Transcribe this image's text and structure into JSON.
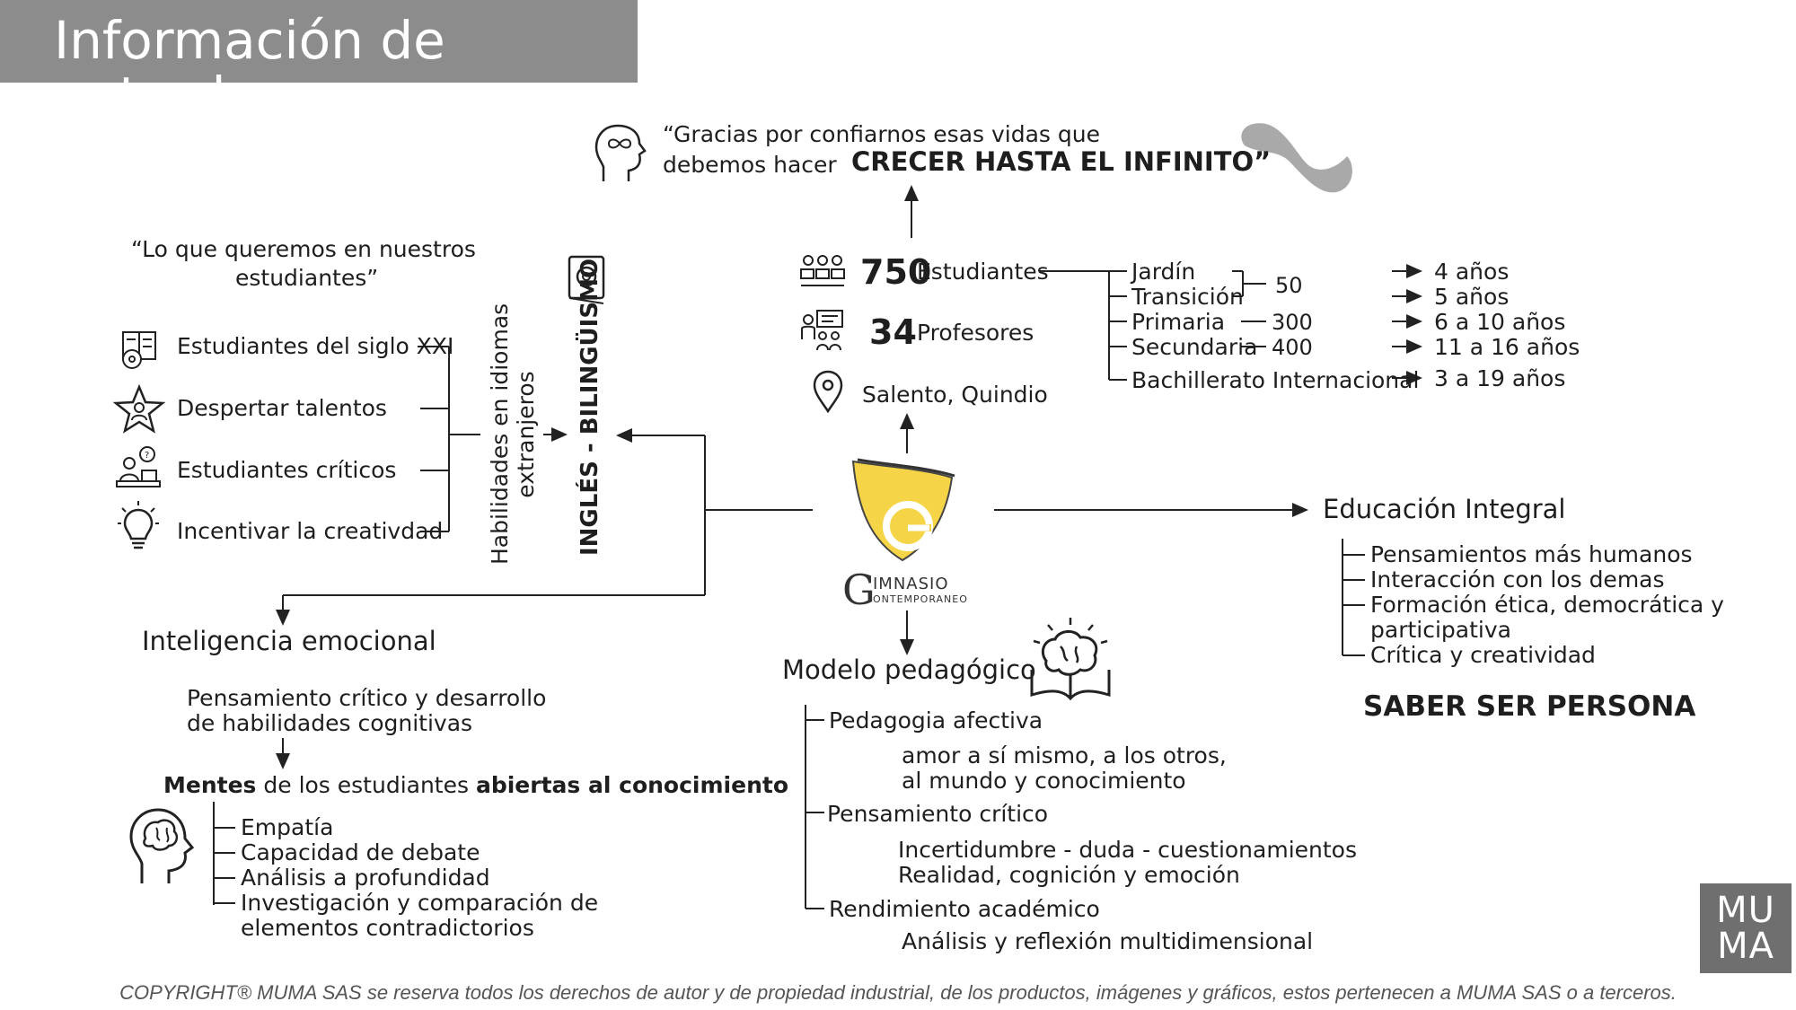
{
  "header": {
    "title": "Información de entrada"
  },
  "quote": {
    "line1": "“Gracias por confiarnos esas vidas que",
    "line2_prefix": "debemos hacer",
    "line2_bold": "CRECER HASTA EL INFINITO”"
  },
  "left": {
    "heading_line1": "“Lo que queremos en nuestros",
    "heading_line2": "estudiantes”",
    "items": [
      {
        "label": "Estudiantes del siglo XXI",
        "icon": "book-cd-icon"
      },
      {
        "label": "Despertar talentos",
        "icon": "star-person-icon"
      },
      {
        "label": "Estudiantes críticos",
        "icon": "student-desk-icon"
      },
      {
        "label": "Incentivar la creativdad",
        "icon": "lightbulb-icon"
      }
    ],
    "skills_line1": "Habilidades en idiomas",
    "skills_line2": "extranjeros",
    "bilingual": "INGLÉS - BILINGÜISMO"
  },
  "stats": {
    "students_count": "750",
    "students_label": "Estudiantes",
    "teachers_count": "34",
    "teachers_label": "Profesores",
    "location": "Salento, Quindio"
  },
  "levels": [
    {
      "name": "Jardín",
      "age": "4 años"
    },
    {
      "name": "Transición",
      "age": "5 años"
    },
    {
      "name": "Primaria",
      "count": "300",
      "age": "6 a 10 años"
    },
    {
      "name": "Secundaria",
      "count": "400",
      "age": "11 a 16 años"
    },
    {
      "name": "Bachillerato Internacional",
      "age": "3 a 19 años"
    }
  ],
  "levels_group_count": "50",
  "logo": {
    "line1": "IMNASIO",
    "line2": "ONTEMPORANEO",
    "initial": "G"
  },
  "integral": {
    "title": "Educación Integral",
    "items": [
      "Pensamientos más humanos",
      "Interacción con los demas",
      "Formación ética, democrática y",
      "participativa",
      "Crítica y creatividad"
    ],
    "motto": "SABER SER PERSONA"
  },
  "emotional": {
    "title": "Inteligencia emocional",
    "line1": "Pensamiento crítico y desarrollo",
    "line2": "de habilidades cognitivas",
    "minds_b1": "Mentes",
    "minds_mid": " de los estudiantes ",
    "minds_b2": "abiertas al conocimiento",
    "items": [
      "Empatía",
      "Capacidad de debate",
      "Análisis a profundidad",
      "Investigación y comparación de",
      "elementos contradictorios"
    ]
  },
  "pedagogic": {
    "title": "Modelo pedagógico",
    "sections": [
      {
        "name": "Pedagogia afectiva",
        "lines": [
          "amor a sí mismo, a los otros,",
          "al mundo y conocimiento"
        ]
      },
      {
        "name": "Pensamiento crítico",
        "lines": [
          "Incertidumbre - duda - cuestionamientos",
          "Realidad, cognición y emoción"
        ]
      },
      {
        "name": "Rendimiento académico",
        "lines": [
          "Análisis y reflexión multidimensional"
        ]
      }
    ]
  },
  "brand": {
    "logo_line1": "MU",
    "logo_line2": "MA"
  },
  "footer": "COPYRIGHT® MUMA SAS se reserva todos los derechos de autor y de propiedad industrial, de los productos, imágenes y gráficos, estos pertenecen a MUMA SAS o a terceros.",
  "colors": {
    "accent_yellow": "#f5d547",
    "title_bar": "#8c8c8c",
    "brand_box": "#6f6f6f"
  }
}
